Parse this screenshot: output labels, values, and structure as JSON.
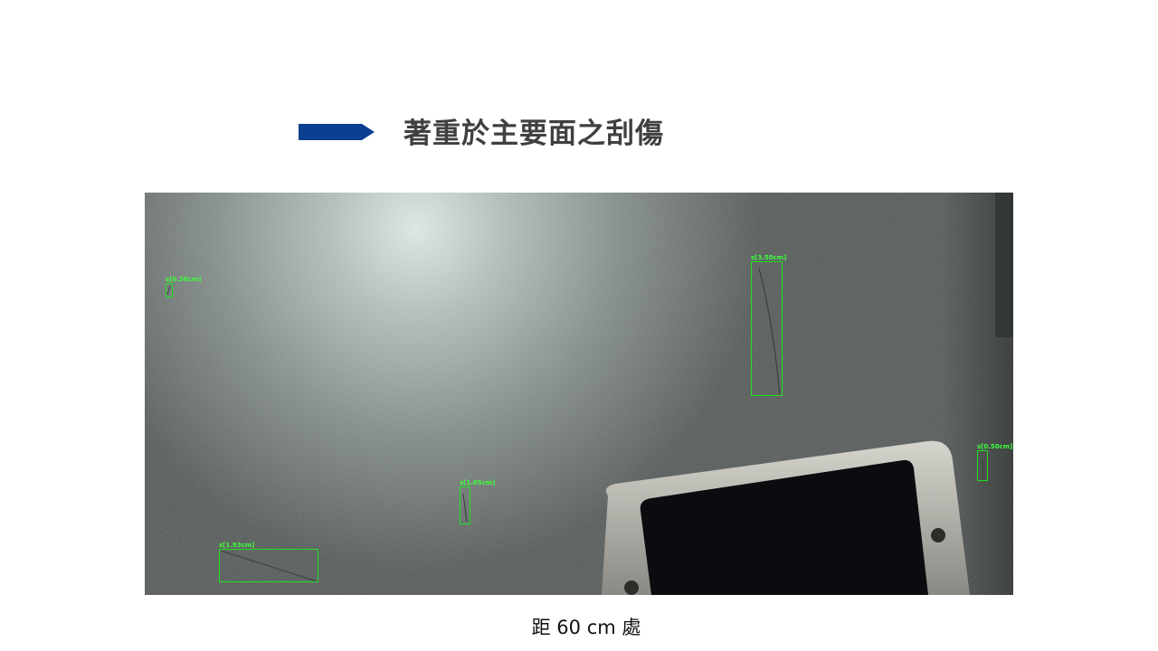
{
  "slide": {
    "title": "著重於主要面之刮傷",
    "caption": "距 60 cm 處",
    "accent_color": "#0b3f8f",
    "arrow_icon": "arrow-right-icon"
  },
  "photo": {
    "annotation_color": "#22e022",
    "detections": [
      {
        "label": "s[0.36cm]"
      },
      {
        "label": "s[3.50cm]"
      },
      {
        "label": "s[0.50cm]"
      },
      {
        "label": "s[1.05cm]"
      },
      {
        "label": "s[1.93cm]"
      }
    ]
  }
}
